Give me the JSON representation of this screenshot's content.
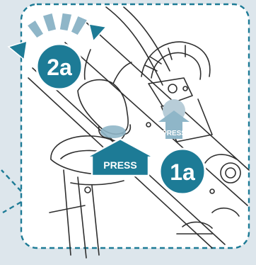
{
  "steps": {
    "step_1a": "1a",
    "step_2a": "2a"
  },
  "labels": {
    "press_main": "PRESS",
    "press_secondary": "PRESS"
  },
  "colors": {
    "accent": "#1d7b96",
    "accent_light": "#8fb6c8",
    "background": "#dde6ec",
    "panel": "#ffffff",
    "line": "#2f2f2f"
  },
  "icons": {
    "rotate_arrows": "rotate-arrows-icon",
    "press_arrow": "up-arrow-icon"
  }
}
